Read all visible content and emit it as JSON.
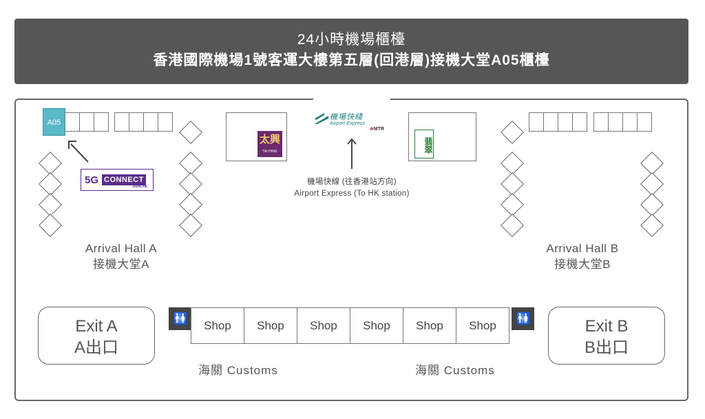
{
  "header": {
    "title": "24小時機場櫃檯",
    "subtitle": "香港國際機場1號客運大樓第五層(回港層)接機大堂A05櫃檯"
  },
  "counters": {
    "a05_label": "A05"
  },
  "logos": {
    "connect_5g": "5G",
    "connect_word": "CONNECT",
    "connect_domain": ".com.hk",
    "tai_hing": "太興",
    "tai_hing_en": "TAI HING",
    "airport_express_zh": "機場快綫",
    "airport_express_en": "Airport Express",
    "mtr": "MTR",
    "restaurant_zh": "翡翠"
  },
  "airport_express": {
    "label_zh": "機場快線 (往香港站方向)",
    "label_en": "Airport Express (To HK station)"
  },
  "arrival_hall_a": {
    "en": "Arrival Hall A",
    "zh": "接機大堂A"
  },
  "arrival_hall_b": {
    "en": "Arrival Hall B",
    "zh": "接機大堂B"
  },
  "exit_a": {
    "en": "Exit A",
    "zh": "A出口"
  },
  "exit_b": {
    "en": "Exit B",
    "zh": "B出口"
  },
  "shops": [
    "Shop",
    "Shop",
    "Shop",
    "Shop",
    "Shop",
    "Shop"
  ],
  "customs_left": "海關 Customs",
  "customs_right": "海關 Customs",
  "restroom_icon": "restroom-icon",
  "colors": {
    "header_bg": "#565656",
    "a05_highlight": "#5ab8c9",
    "connect_purple": "#5b2d8c",
    "tai_hing_purple": "#6b2a6e",
    "jade_green": "#2e7d3a",
    "airport_express_teal": "#1b7f7a",
    "mtr_red": "#c8102e"
  }
}
